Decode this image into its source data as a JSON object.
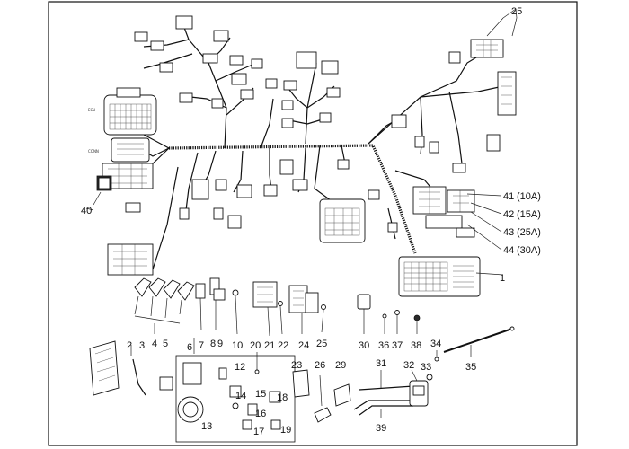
{
  "diagram": {
    "kind": "exploded wiring harness parts diagram",
    "frame_color": "#111111",
    "ink_color": "#111111",
    "background_color": "#ffffff"
  },
  "callouts": {
    "c1": "1",
    "c2": "2",
    "c3": "3",
    "c4": "4",
    "c5": "5",
    "c6": "6",
    "c7": "7",
    "c8": "8",
    "c9": "9",
    "c10": "10",
    "c12": "12",
    "c13": "13",
    "c14": "14",
    "c15": "15",
    "c16": "16",
    "c17": "17",
    "c18": "18",
    "c19": "19",
    "c20": "20",
    "c21": "21",
    "c22": "22",
    "c23": "23",
    "c24": "24",
    "c25a": "25",
    "c25b": "25",
    "c26": "26",
    "c29": "29",
    "c30": "30",
    "c31": "31",
    "c32": "32",
    "c33": "33",
    "c34": "34",
    "c35": "35",
    "c36": "36",
    "c37": "37",
    "c38": "38",
    "c39": "39",
    "c40": "40"
  },
  "fuse_legend": [
    {
      "callout": "41",
      "rating": "(10A)"
    },
    {
      "callout": "42",
      "rating": "(15A)"
    },
    {
      "callout": "43",
      "rating": "(25A)"
    },
    {
      "callout": "44",
      "rating": "(30A)"
    }
  ]
}
